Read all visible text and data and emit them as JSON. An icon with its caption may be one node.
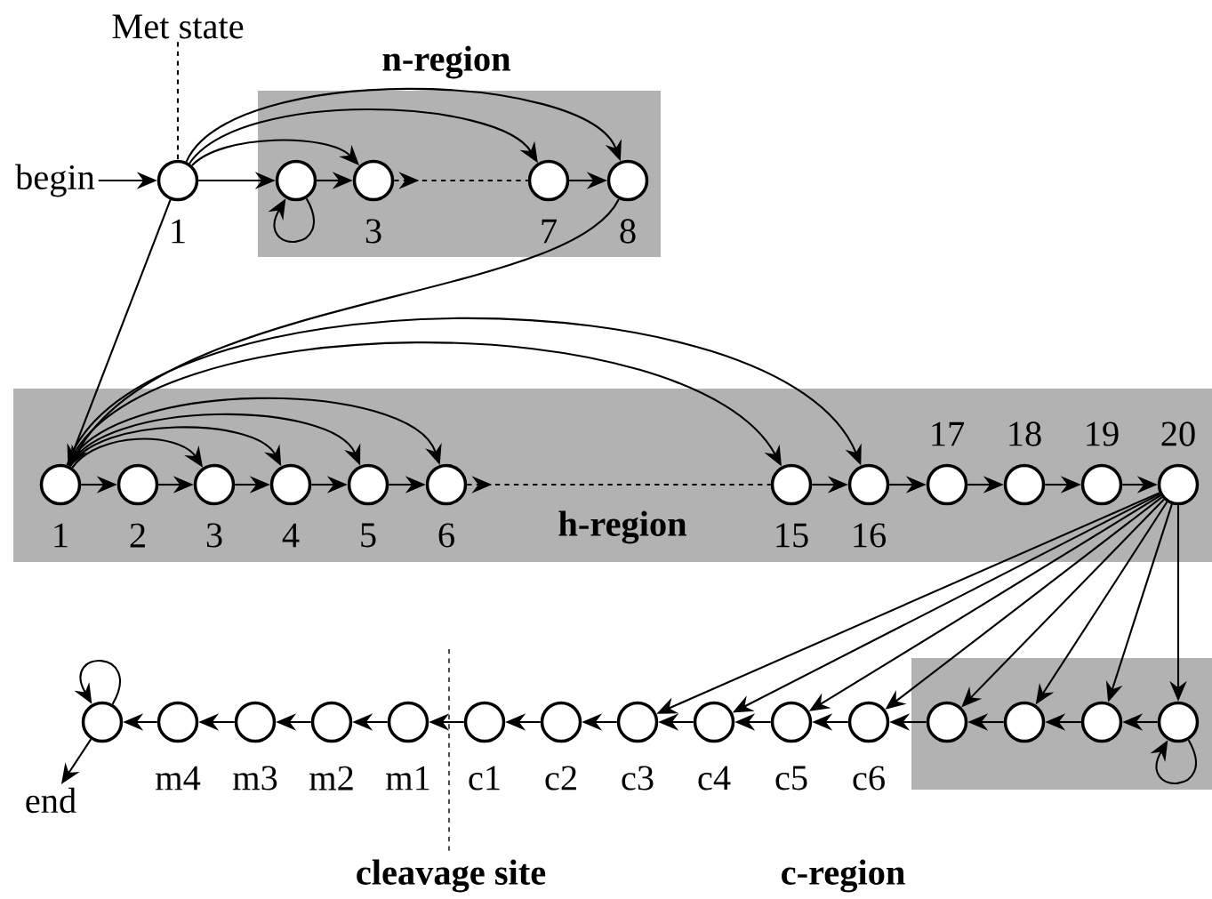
{
  "diagram": {
    "nodes": [
      {
        "text": [
          "Met state"
        ]
      },
      {
        "text": [
          "n-region"
        ]
      },
      {
        "text": [
          "begin"
        ]
      },
      {
        "text": [],
        "shape": "circle",
        "beside": [
          "1"
        ]
      },
      {
        "text": [],
        "shape": "circle",
        "in": 1
      },
      {
        "text": [],
        "shape": "circle",
        "beside": [
          "3"
        ],
        "in": 1
      },
      {
        "text": [],
        "shape": "circle",
        "beside": [
          "7"
        ],
        "in": 1
      },
      {
        "text": [],
        "shape": "circle",
        "beside": [
          "8"
        ],
        "in": 1
      },
      {
        "text": [
          "h-region"
        ]
      },
      {
        "text": [],
        "shape": "circle",
        "beside": [
          "1"
        ],
        "in": 8
      },
      {
        "text": [],
        "shape": "circle",
        "beside": [
          "2"
        ],
        "in": 8
      },
      {
        "text": [],
        "shape": "circle",
        "beside": [
          "3"
        ],
        "in": 8
      },
      {
        "text": [],
        "shape": "circle",
        "beside": [
          "4"
        ],
        "in": 8
      },
      {
        "text": [],
        "shape": "circle",
        "beside": [
          "5"
        ],
        "in": 8
      },
      {
        "text": [],
        "shape": "circle",
        "beside": [
          "6"
        ],
        "in": 8
      },
      {
        "text": [],
        "shape": "circle",
        "beside": [
          "15"
        ],
        "in": 8
      },
      {
        "text": [],
        "shape": "circle",
        "beside": [
          "16"
        ],
        "in": 8
      },
      {
        "text": [],
        "shape": "circle",
        "beside": [
          "17"
        ],
        "in": 8
      },
      {
        "text": [],
        "shape": "circle",
        "beside": [
          "18"
        ],
        "in": 8
      },
      {
        "text": [],
        "shape": "circle",
        "beside": [
          "19"
        ],
        "in": 8
      },
      {
        "text": [],
        "shape": "circle",
        "beside": [
          "20"
        ],
        "in": 8
      },
      {
        "text": [],
        "shape": "circle"
      },
      {
        "text": [],
        "shape": "circle",
        "beside": [
          "m4"
        ]
      },
      {
        "text": [],
        "shape": "circle",
        "beside": [
          "m3"
        ]
      },
      {
        "text": [],
        "shape": "circle",
        "beside": [
          "m2"
        ]
      },
      {
        "text": [],
        "shape": "circle",
        "beside": [
          "m1"
        ]
      },
      {
        "text": [],
        "shape": "circle",
        "beside": [
          "c1"
        ]
      },
      {
        "text": [],
        "shape": "circle",
        "beside": [
          "c2"
        ]
      },
      {
        "text": [],
        "shape": "circle",
        "beside": [
          "c3"
        ]
      },
      {
        "text": [],
        "shape": "circle",
        "beside": [
          "c4"
        ]
      },
      {
        "text": [],
        "shape": "circle",
        "beside": [
          "c5"
        ]
      },
      {
        "text": [],
        "shape": "circle",
        "beside": [
          "c6"
        ]
      },
      {
        "text": [],
        "shape": "box"
      },
      {
        "text": [],
        "shape": "circle",
        "in": 32
      },
      {
        "text": [],
        "shape": "circle",
        "in": 32
      },
      {
        "text": [],
        "shape": "circle",
        "in": 32
      },
      {
        "text": [],
        "shape": "circle",
        "in": 32
      },
      {
        "text": [
          "end"
        ]
      }
    ],
    "edges": [
      {
        "from": 0,
        "to": 3,
        "arrow": "none",
        "style": "dashed"
      },
      {
        "from": 2,
        "to": 3,
        "arrow": "to"
      },
      {
        "from": 3,
        "to": 4,
        "arrow": "to"
      },
      {
        "from": 3,
        "to": 5,
        "arrow": "to"
      },
      {
        "from": 3,
        "to": 6,
        "arrow": "to"
      },
      {
        "from": 3,
        "to": 7,
        "arrow": "to"
      },
      {
        "from": 4,
        "to": 4,
        "arrow": "to"
      },
      {
        "from": 4,
        "to": 5,
        "arrow": "to"
      },
      {
        "from": 5,
        "to": 6,
        "arrow": "to",
        "style": "dashed"
      },
      {
        "from": 6,
        "to": 7,
        "arrow": "to"
      },
      {
        "from": 7,
        "to": 9,
        "arrow": "to"
      },
      {
        "from": 3,
        "to": 9,
        "arrow": "to"
      },
      {
        "from": 9,
        "to": 10,
        "arrow": "to"
      },
      {
        "from": 10,
        "to": 11,
        "arrow": "to"
      },
      {
        "from": 11,
        "to": 12,
        "arrow": "to"
      },
      {
        "from": 12,
        "to": 13,
        "arrow": "to"
      },
      {
        "from": 13,
        "to": 14,
        "arrow": "to"
      },
      {
        "from": 9,
        "to": 11,
        "arrow": "to"
      },
      {
        "from": 9,
        "to": 12,
        "arrow": "to"
      },
      {
        "from": 9,
        "to": 13,
        "arrow": "to"
      },
      {
        "from": 9,
        "to": 14,
        "arrow": "to"
      },
      {
        "from": 9,
        "to": 15,
        "arrow": "to"
      },
      {
        "from": 9,
        "to": 16,
        "arrow": "to"
      },
      {
        "from": 14,
        "to": 15,
        "arrow": "to",
        "style": "dashed"
      },
      {
        "from": 15,
        "to": 16,
        "arrow": "to"
      },
      {
        "from": 16,
        "to": 17,
        "arrow": "to"
      },
      {
        "from": 17,
        "to": 18,
        "arrow": "to"
      },
      {
        "from": 18,
        "to": 19,
        "arrow": "to"
      },
      {
        "from": 19,
        "to": 20,
        "arrow": "to"
      },
      {
        "from": 20,
        "to": 28,
        "arrow": "to"
      },
      {
        "from": 20,
        "to": 29,
        "arrow": "to"
      },
      {
        "from": 20,
        "to": 30,
        "arrow": "to"
      },
      {
        "from": 20,
        "to": 31,
        "arrow": "to"
      },
      {
        "from": 20,
        "to": 33,
        "arrow": "to"
      },
      {
        "from": 20,
        "to": 34,
        "arrow": "to"
      },
      {
        "from": 20,
        "to": 35,
        "arrow": "to"
      },
      {
        "from": 20,
        "to": 36,
        "arrow": "to"
      },
      {
        "from": 36,
        "to": 35,
        "arrow": "to"
      },
      {
        "from": 35,
        "to": 34,
        "arrow": "to"
      },
      {
        "from": 34,
        "to": 33,
        "arrow": "to"
      },
      {
        "from": 33,
        "to": 31,
        "arrow": "to"
      },
      {
        "from": 31,
        "to": 30,
        "arrow": "to"
      },
      {
        "from": 30,
        "to": 29,
        "arrow": "to"
      },
      {
        "from": 29,
        "to": 28,
        "arrow": "to"
      },
      {
        "from": 28,
        "to": 27,
        "arrow": "to"
      },
      {
        "from": 27,
        "to": 26,
        "arrow": "to"
      },
      {
        "from": 26,
        "to": 25,
        "arrow": "to"
      },
      {
        "from": 25,
        "to": 24,
        "arrow": "to"
      },
      {
        "from": 24,
        "to": 23,
        "arrow": "to"
      },
      {
        "from": 23,
        "to": 22,
        "arrow": "to"
      },
      {
        "from": 22,
        "to": 21,
        "arrow": "to"
      },
      {
        "from": 36,
        "to": 36,
        "arrow": "to"
      },
      {
        "from": 21,
        "to": 21,
        "arrow": "to"
      },
      {
        "from": 21,
        "to": 37,
        "arrow": "to"
      }
    ],
    "labels": [
      "cleavage site",
      "c-region"
    ]
  }
}
